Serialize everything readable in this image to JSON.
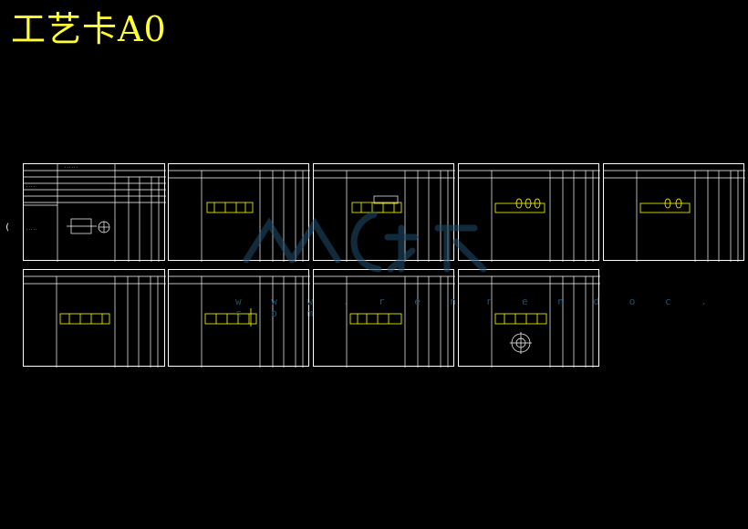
{
  "drawing": {
    "title": "工艺卡A0",
    "watermark_url": "w w w . r e n r e n d o c . c o m",
    "colors": {
      "background": "#000000",
      "lines": "#ffffff",
      "title": "#ffff33",
      "part": "#ffff00",
      "watermark": "#1f4f70"
    },
    "sheet_count": 9
  }
}
